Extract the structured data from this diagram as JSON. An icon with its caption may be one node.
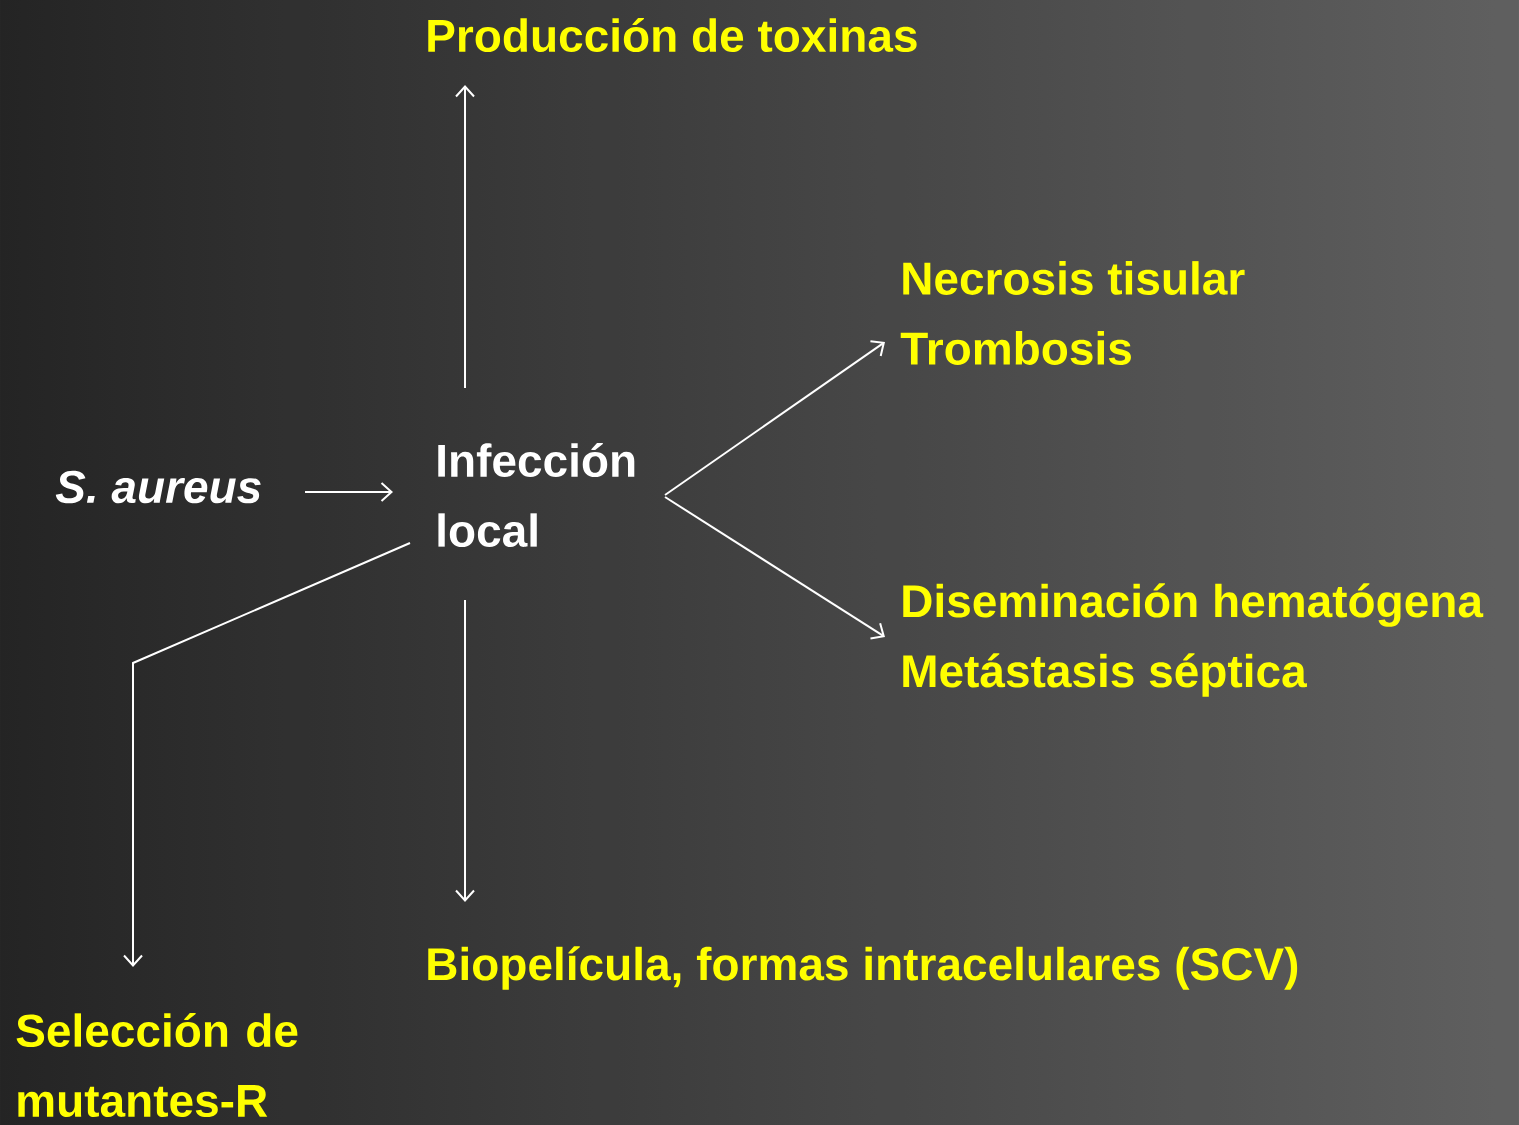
{
  "diagram": {
    "nodes": [
      {
        "text": [
          "S. aureus"
        ]
      },
      {
        "text": [
          "Infección local"
        ]
      },
      {
        "text": [
          "Producción de toxinas"
        ]
      },
      {
        "text": [
          "Necrosis tisular",
          "Trombosis"
        ]
      },
      {
        "text": [
          "Diseminación hematógena",
          "Metástasis séptica"
        ]
      },
      {
        "text": [
          "Biopelícula, formas intracelulares (SCV)"
        ]
      },
      {
        "text": [
          "Selección de mutantes-R"
        ]
      }
    ],
    "edges": [
      {
        "from": 0,
        "to": 1,
        "arrow": "to"
      },
      {
        "from": 1,
        "to": 2,
        "arrow": "to"
      },
      {
        "from": 1,
        "to": 3,
        "arrow": "to"
      },
      {
        "from": 1,
        "to": 4,
        "arrow": "to"
      },
      {
        "from": 1,
        "to": 5,
        "arrow": "to"
      },
      {
        "from": 1,
        "to": 6,
        "arrow": "to"
      }
    ]
  }
}
